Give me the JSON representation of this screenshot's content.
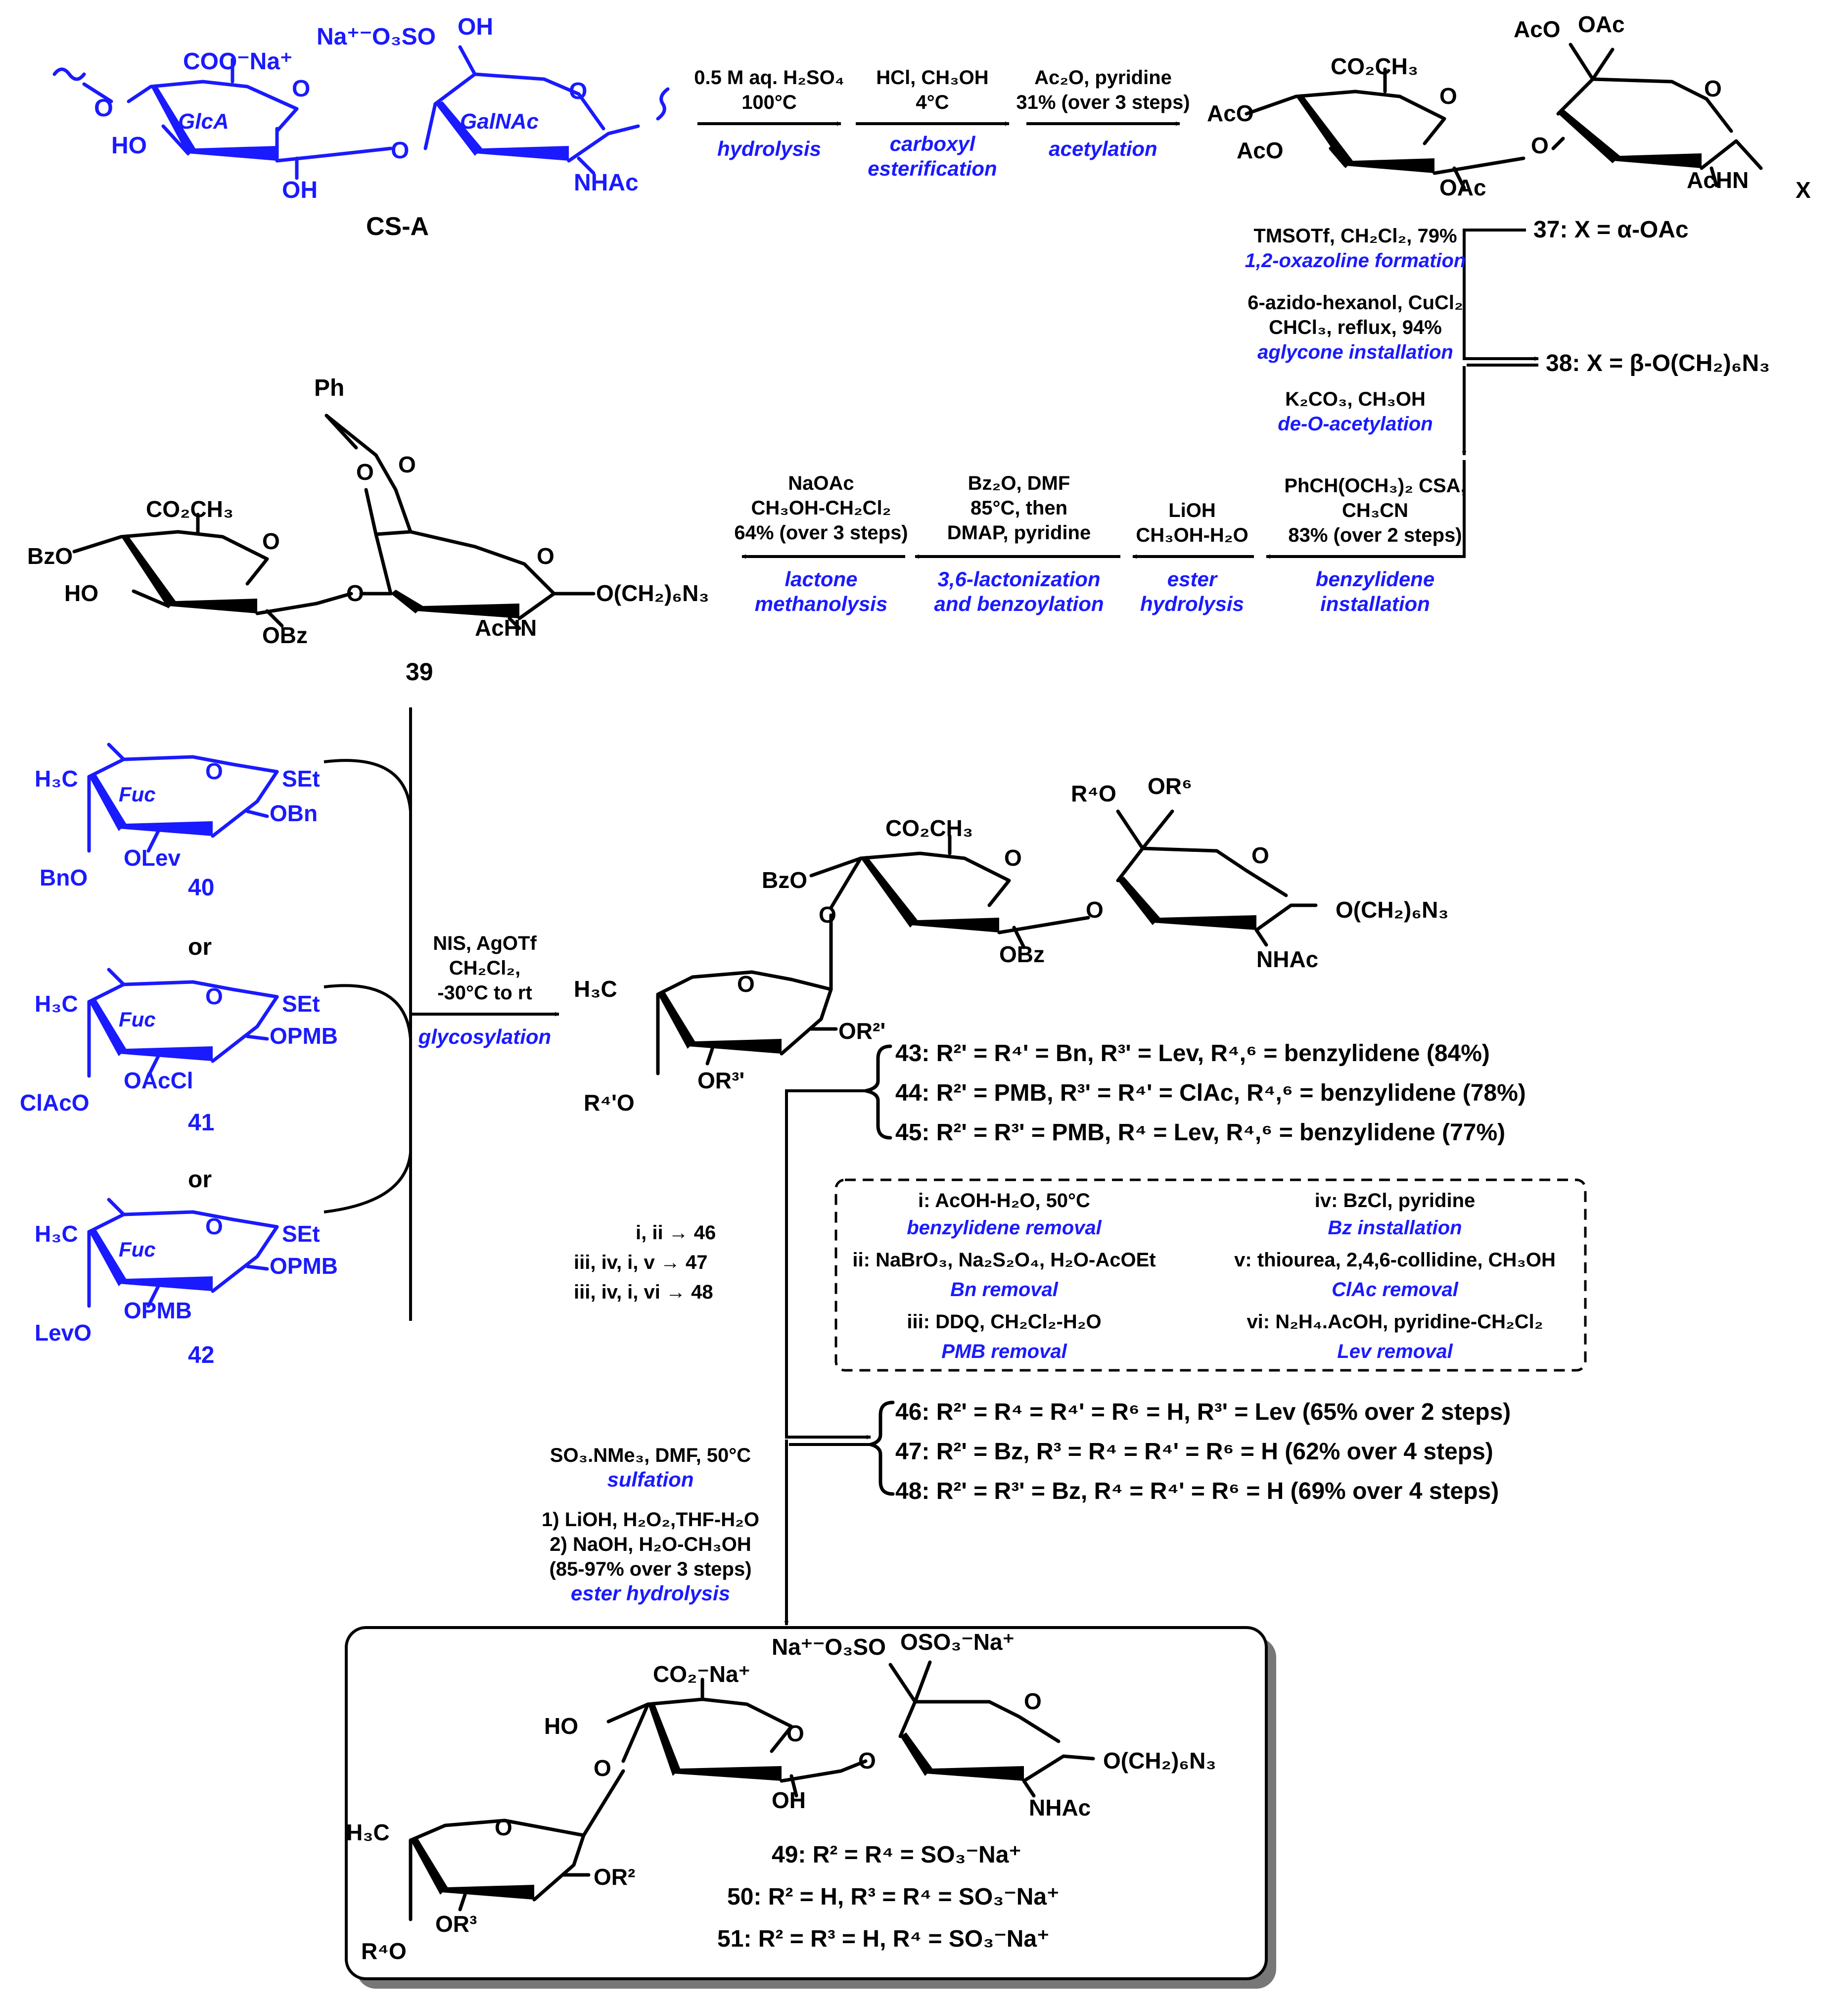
{
  "start": {
    "name": "CS-A",
    "cooNa": "COO⁻Na⁺",
    "naO3SO": "Na⁺⁻O₃SO",
    "oh_top": "OH",
    "glca": "GlcA",
    "galnac": "GalNAc",
    "ho": "HO",
    "oh_bot": "OH",
    "nhac": "NHAc",
    "o": "O"
  },
  "step1": {
    "a_cond1": "0.5 M aq. H₂SO₄",
    "a_cond2": "100°C",
    "a_label": "hydrolysis",
    "b_cond1": "HCl, CH₃OH",
    "b_cond2": "4°C",
    "b_label1": "carboxyl",
    "b_label2": "esterification",
    "c_cond1": "Ac₂O, pyridine",
    "c_cond2": "31% (over 3 steps)",
    "c_label": "acetylation"
  },
  "cpd37": {
    "co2ch3": "CO₂CH₃",
    "aco1": "AcO",
    "oac1": "OAc",
    "aco2": "AcO",
    "aco3": "AcO",
    "oac2": "OAc",
    "achn": "AcHN",
    "x": "X",
    "o": "O"
  },
  "step2": {
    "cond1": "TMSOTf, CH₂Cl₂, 79%",
    "label1": "1,2-oxazoline formation",
    "cond2a": "6-azido-hexanol, CuCl₂",
    "cond2b": "CHCl₃, reflux, 94%",
    "label2": "aglycone installation",
    "p37": "37: X = α-OAc",
    "p38": "38: X = β-O(CH₂)₆N₃"
  },
  "step3": {
    "k_cond": "K₂CO₃, CH₃OH",
    "k_label": "de-O-acetylation",
    "b_cond1": "PhCH(OCH₃)₂ CSA,",
    "b_cond2": "CH₃CN",
    "b_cond3": "83% (over 2 steps)",
    "b_label1": "benzylidene",
    "b_label2": "installation",
    "l_cond1": "LiOH",
    "l_cond2": "CH₃OH-H₂O",
    "l_label1": "ester",
    "l_label2": "hydrolysis",
    "z_cond1": "Bz₂O, DMF",
    "z_cond2": "85°C, then",
    "z_cond3": "DMAP, pyridine",
    "z_label1": "3,6-lactonization",
    "z_label2": "and benzoylation",
    "n_cond1": "NaOAc",
    "n_cond2": "CH₃OH-CH₂Cl₂",
    "n_cond3": "64% (over 3 steps)",
    "n_label1": "lactone",
    "n_label2": "methanolysis"
  },
  "cpd39": {
    "num": "39",
    "ph": "Ph",
    "co2ch3": "CO₂CH₃",
    "bzo": "BzO",
    "ho": "HO",
    "obz": "OBz",
    "achn": "AcHN",
    "agly": "O(CH₂)₆N₃",
    "o": "O"
  },
  "donors": {
    "or": "or",
    "d40": {
      "num": "40",
      "h3c": "H₃C",
      "fuc": "Fuc",
      "set": "SEt",
      "r2": "OBn",
      "r3": "OLev",
      "r4": "BnO"
    },
    "d41": {
      "num": "41",
      "h3c": "H₃C",
      "fuc": "Fuc",
      "set": "SEt",
      "r2": "OPMB",
      "r3": "OAcCl",
      "r4": "ClAcO"
    },
    "d42": {
      "num": "42",
      "h3c": "H₃C",
      "fuc": "Fuc",
      "set": "SEt",
      "r2": "OPMB",
      "r3": "OPMB",
      "r4": "LevO"
    },
    "o": "O"
  },
  "glyco": {
    "cond1": "NIS, AgOTf",
    "cond2": "CH₂Cl₂,",
    "cond3": "-30°C to rt",
    "label": "glycosylation"
  },
  "tri": {
    "co2ch3": "CO₂CH₃",
    "r4o": "R⁴O",
    "or6": "OR⁶",
    "bzo": "BzO",
    "obz": "OBz",
    "nhac": "NHAc",
    "agly": "O(CH₂)₆N₃",
    "h3c": "H₃C",
    "or2p": "OR²'",
    "or3p": "OR³'",
    "r4po": "R⁴'O",
    "o": "O"
  },
  "products": {
    "p43": "43: R²' = R⁴' = Bn, R³' = Lev, R⁴,⁶ = benzylidene (84%)",
    "p44": "44: R²' = PMB, R³' = R⁴' = ClAc, R⁴,⁶ = benzylidene (78%)",
    "p45": "45: R²' = R³' = PMB, R⁴ = Lev, R⁴,⁶ = benzylidene (77%)"
  },
  "routes": {
    "r46": "i, ii → 46",
    "r47": "iii, iv, i, v → 47",
    "r48": "iii, iv, i, vi → 48"
  },
  "legend": {
    "i_cond": "i: AcOH-H₂O, 50°C",
    "i_label": "benzylidene removal",
    "ii_cond": "ii: NaBrO₃, Na₂S₂O₄, H₂O-AcOEt",
    "ii_label": "Bn removal",
    "iii_cond": "iii: DDQ, CH₂Cl₂-H₂O",
    "iii_label": "PMB removal",
    "iv_cond": "iv: BzCl, pyridine",
    "iv_label": "Bz installation",
    "v_cond": "v: thiourea, 2,4,6-collidine, CH₃OH",
    "v_label": "ClAc removal",
    "vi_cond": "vi: N₂H₄.AcOH, pyridine-CH₂Cl₂",
    "vi_label": "Lev removal"
  },
  "products2": {
    "p46": "46: R²' = R⁴ = R⁴' = R⁶ = H, R³' = Lev (65% over 2 steps)",
    "p47": "47: R²' = Bz, R³ = R⁴ = R⁴' = R⁶ = H (62% over 4 steps)",
    "p48": "48: R²' = R³' = Bz, R⁴ = R⁴' = R⁶ = H (69% over 4 steps)"
  },
  "final_steps": {
    "s_cond": "SO₃.NMe₃, DMF, 50°C",
    "s_label": "sulfation",
    "h_cond1": "1) LiOH, H₂O₂,THF-H₂O",
    "h_cond2": "2) NaOH, H₂O-CH₃OH",
    "h_cond3": "(85-97% over 3 steps)",
    "h_label": "ester hydrolysis"
  },
  "final": {
    "naO3SO": "Na⁺⁻O₃SO",
    "oso3na": "OSO₃⁻Na⁺",
    "co2na": "CO₂⁻Na⁺",
    "ho": "HO",
    "oh": "OH",
    "nhac": "NHAc",
    "agly": "O(CH₂)₆N₃",
    "h3c": "H₃C",
    "or2": "OR²",
    "or3": "OR³",
    "r4o": "R⁴O",
    "o": "O",
    "p49": "49: R² = R⁴ = SO₃⁻Na⁺",
    "p50": "50: R² = H, R³ = R⁴ = SO₃⁻Na⁺",
    "p51": "51: R² = R³ = H, R⁴ = SO₃⁻Na⁺"
  }
}
